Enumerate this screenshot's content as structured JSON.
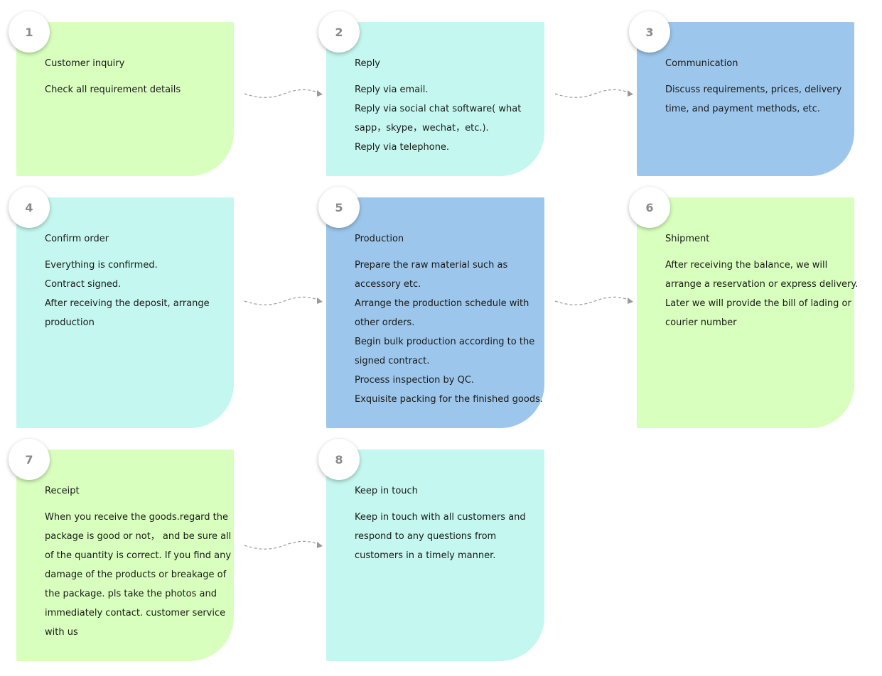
{
  "steps": [
    {
      "num": "1",
      "title": "Customer inquiry",
      "lines": [
        "Check all requirement details"
      ]
    },
    {
      "num": "2",
      "title": "Reply",
      "lines": [
        "Reply via email.",
        "Reply via social chat software( what",
        "sapp，skype，wechat，etc.).",
        "Reply via telephone."
      ]
    },
    {
      "num": "3",
      "title": "Communication",
      "lines": [
        "Discuss requirements, prices, delivery",
        "time, and payment methods, etc."
      ]
    },
    {
      "num": "4",
      "title": "Confirm order",
      "lines": [
        "Everything is confirmed.",
        "Contract signed.",
        "After receiving the deposit, arrange",
        "production"
      ]
    },
    {
      "num": "5",
      "title": "Production",
      "lines": [
        "Prepare the raw material such as",
        "accessory etc.",
        "Arrange the production schedule with",
        "other orders.",
        "Begin bulk production according to the",
        "signed contract.",
        "Process inspection by QC.",
        "Exquisite packing for the finished goods."
      ]
    },
    {
      "num": "6",
      "title": "Shipment",
      "lines": [
        "After receiving the balance, we will",
        "arrange a reservation or express delivery.",
        "Later we will provide the bill of lading or",
        "courier number"
      ]
    },
    {
      "num": "7",
      "title": "Receipt",
      "lines": [
        "When you receive the goods.regard the",
        "package is good or not，  and be sure all",
        "of the quantity is correct. If you find any",
        "damage of the products or breakage of",
        "the package. pls take the photos and",
        "immediately contact. customer service",
        "with us"
      ]
    },
    {
      "num": "8",
      "title": "Keep in touch",
      "lines": [
        "Keep in touch with all customers and",
        "respond to any questions from",
        "customers in a timely manner."
      ]
    }
  ],
  "colors": {
    "green": "#d8ffbd",
    "cyan": "#c4f7ef",
    "blue": "#9cc6eb",
    "badge_text": "#8a8a8a",
    "arrow": "#999999"
  }
}
